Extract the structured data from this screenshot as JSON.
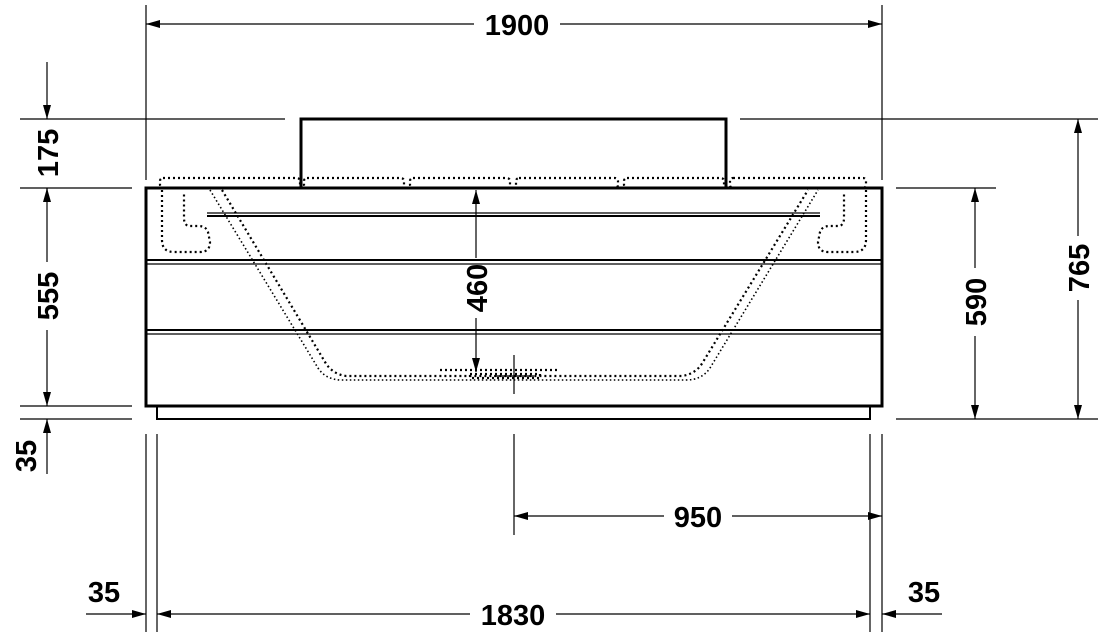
{
  "dimensions": {
    "overall_width": "1900",
    "top_offset": "175",
    "front_height": "555",
    "plinth_height": "35",
    "inner_depth": "460",
    "height_590": "590",
    "total_height": "765",
    "half_width": "950",
    "base_width": "1830",
    "left_inset": "35",
    "right_inset": "35"
  }
}
